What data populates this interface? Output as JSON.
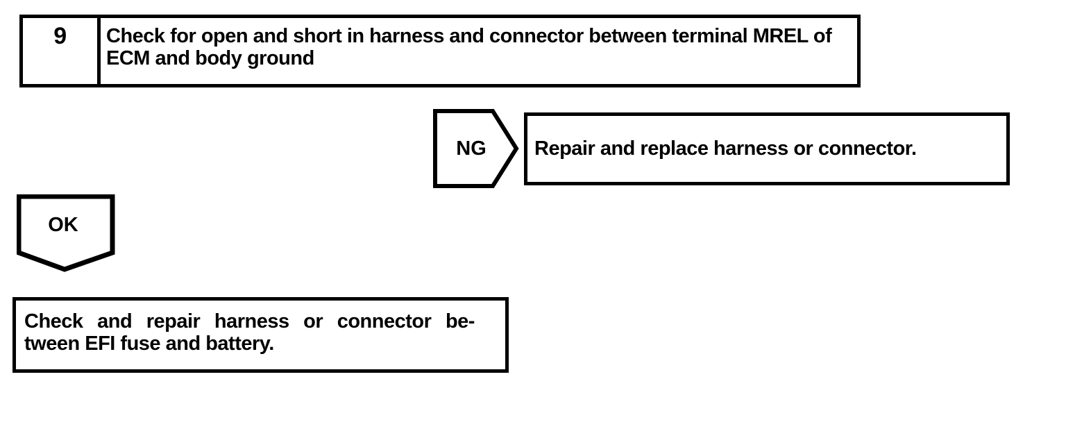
{
  "palette": {
    "ink": "#000000",
    "paper": "#ffffff"
  },
  "step_box": {
    "number": "9",
    "title": "Check for open and short in harness and connector between terminal MREL of ECM and body ground",
    "title_lines": [
      "Check for open and short in harness and connector between terminal MREL of",
      "ECM and body ground"
    ]
  },
  "ng_branch": {
    "connector_label": "NG",
    "result_text": "Repair and replace harness or connector."
  },
  "ok_branch": {
    "connector_label": "OK",
    "result_text": "Check and repair harness or connector between EFI fuse and battery.",
    "result_lines": [
      "Check and repair harness or connector be-",
      "tween EFI fuse and battery."
    ]
  }
}
